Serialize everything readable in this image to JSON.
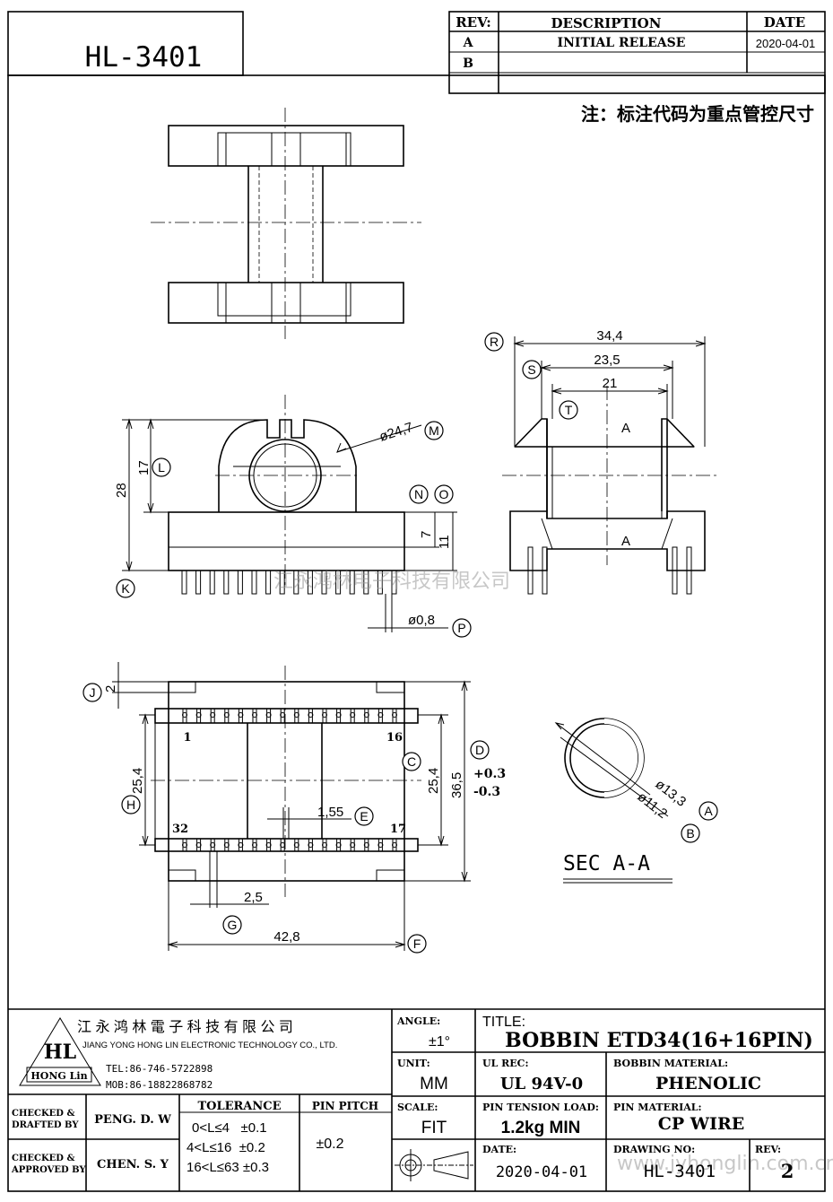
{
  "drawing_number": "HL-3401",
  "revision_table": {
    "headers": [
      "REV:",
      "DESCRIPTION",
      "DATE"
    ],
    "rows": [
      {
        "rev": "A",
        "description": "INITIAL  RELEASE",
        "date": "2020-04-01"
      },
      {
        "rev": "B",
        "description": "",
        "date": ""
      }
    ]
  },
  "note": "注：标注代码为重点管控尺寸",
  "dimensions": {
    "R": "34,4",
    "S": "23,5",
    "T": "21",
    "M": "ø24,7",
    "L": "17",
    "K": "28",
    "N": "7",
    "O": "11",
    "P": "ø0,8",
    "J": "2",
    "H": "25,4",
    "C": "25,4",
    "D": "36,5",
    "D_tol_plus": "+0.3",
    "D_tol_minus": "-0.3",
    "E": "1,55",
    "G": "2,5",
    "F": "42,8",
    "A": "ø13,3",
    "B": "ø11,2"
  },
  "pin_labels": {
    "p1": "1",
    "p16": "16",
    "p32": "32",
    "p17": "17"
  },
  "section_labels": {
    "upper": "A",
    "lower": "A",
    "title": "SEC  A-A"
  },
  "callouts": [
    "R",
    "S",
    "T",
    "M",
    "L",
    "K",
    "N",
    "O",
    "P",
    "J",
    "H",
    "C",
    "D",
    "E",
    "G",
    "F",
    "A",
    "B"
  ],
  "company": {
    "name_cn": "江 永 鸿 林 電 子 科 技 有 限 公 司",
    "name_en": "JIANG YONG HONG LIN ELECTRONIC TECHNOLOGY CO., LTD.",
    "tel": "TEL:86-746-5722898",
    "mob": "MOB:86-18822868782",
    "logo_text": "HL",
    "logo_sub": "HONG Lin"
  },
  "title_block": {
    "angle_label": "ANGLE:",
    "angle_value": "±1°",
    "title_label": "TITLE:",
    "title_value": "BOBBIN  ETD34(16+16PIN)",
    "unit_label": "UNIT:",
    "unit_value": "MM",
    "ul_label": "UL REC:",
    "ul_value": "UL 94V-0",
    "material_label": "BOBBIN  MATERIAL:",
    "material_value": "PHENOLIC",
    "scale_label": "SCALE:",
    "scale_value": "FIT",
    "tension_label": "PIN  TENSION  LOAD:",
    "tension_value": "1.2kg  MIN",
    "pin_material_label": "PIN  MATERIAL:",
    "pin_material_value": "CP  WIRE",
    "date_label": "DATE:",
    "date_value": "2020-04-01",
    "drawing_no_label": "DRAWING  NO:",
    "drawing_no_value": "HL-3401",
    "rev_label": "REV:",
    "rev_value": "2",
    "checked_drafted_label_1": "CHECKED &",
    "checked_drafted_label_2": "DRAFTED BY",
    "drafted_by": "PENG. D. W",
    "checked_approved_label_1": "CHECKED &",
    "checked_approved_label_2": "APPROVED BY",
    "approved_by": "CHEN. S. Y",
    "tolerance_label": "TOLERANCE",
    "tolerance_rows": [
      "0<L≤4   ±0.1",
      "4<L≤16  ±0.2",
      "16<L≤63 ±0.3"
    ],
    "pin_pitch_label": "PIN  PITCH",
    "pin_pitch_value": "±0.2"
  },
  "watermarks": [
    "江永鸿林电子科技有限公司",
    "www.jyhonglin.com.cn"
  ]
}
